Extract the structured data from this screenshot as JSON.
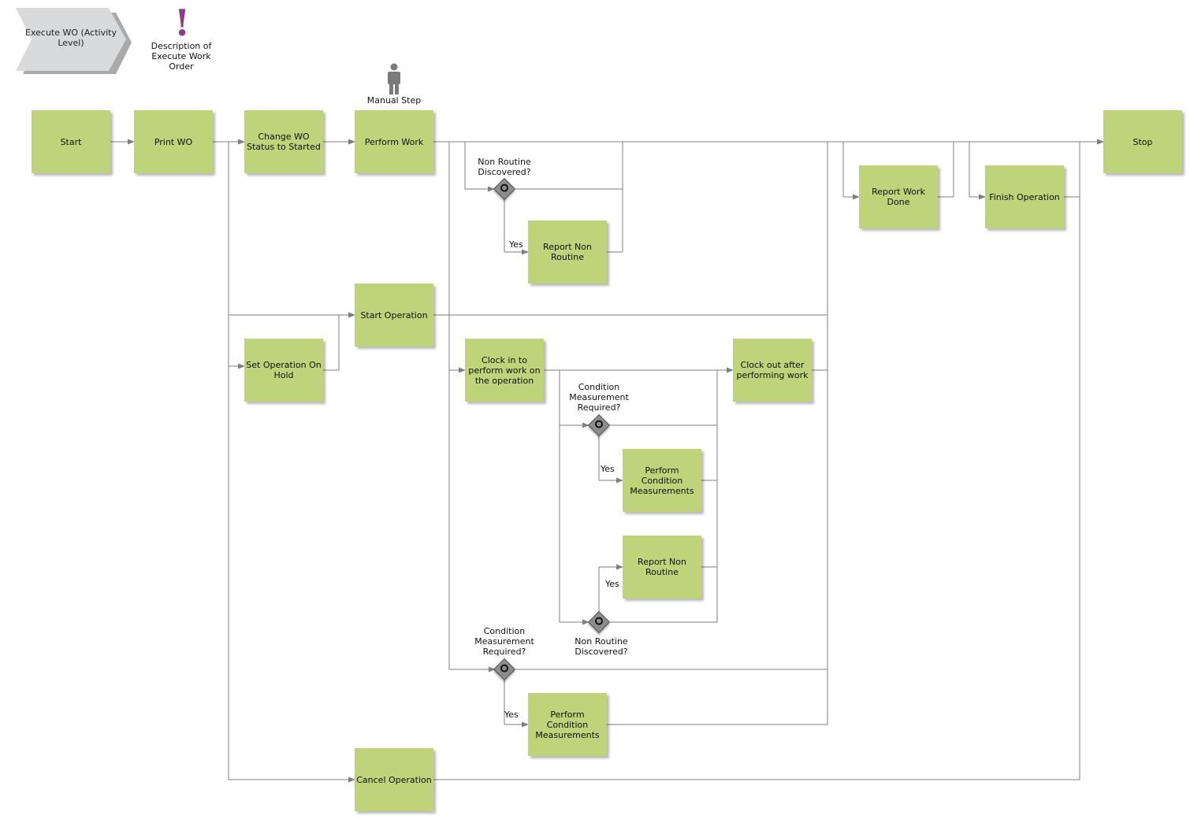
{
  "header": {
    "process_label": "Execute WO (Activity Level)",
    "description_label": "Description of Execute Work Order",
    "manual_step_label": "Manual Step"
  },
  "nodes": {
    "start": "Start",
    "print_wo": "Print WO",
    "change_status": "Change WO Status to Started",
    "perform_work": "Perform Work",
    "report_non_routine_1": "Report Non Routine",
    "report_work_done": "Report Work Done",
    "finish_operation": "Finish Operation",
    "stop": "Stop",
    "start_operation": "Start Operation",
    "set_on_hold": "Set Operation On Hold",
    "clock_in": "Clock in to perform work on the operation",
    "clock_out": "Clock out after performing work",
    "perform_cond_meas_1": "Perform Condition Measurements",
    "report_non_routine_2": "Report Non Routine",
    "perform_cond_meas_2": "Perform Condition Measurements",
    "cancel_operation": "Cancel Operation"
  },
  "gateways": {
    "non_routine_1": "Non Routine Discovered?",
    "cond_meas_1": "Condition Measurement Required?",
    "non_routine_2": "Non Routine Discovered?",
    "cond_meas_2": "Condition Measurement Required?"
  },
  "edge_labels": {
    "yes": "Yes"
  },
  "colors": {
    "box_fill": "#bed37a",
    "line": "#7f7f7f",
    "gateway": "#8c8c8c",
    "exclamation": "#8b3b8f",
    "chevron": "#d9dadc"
  }
}
